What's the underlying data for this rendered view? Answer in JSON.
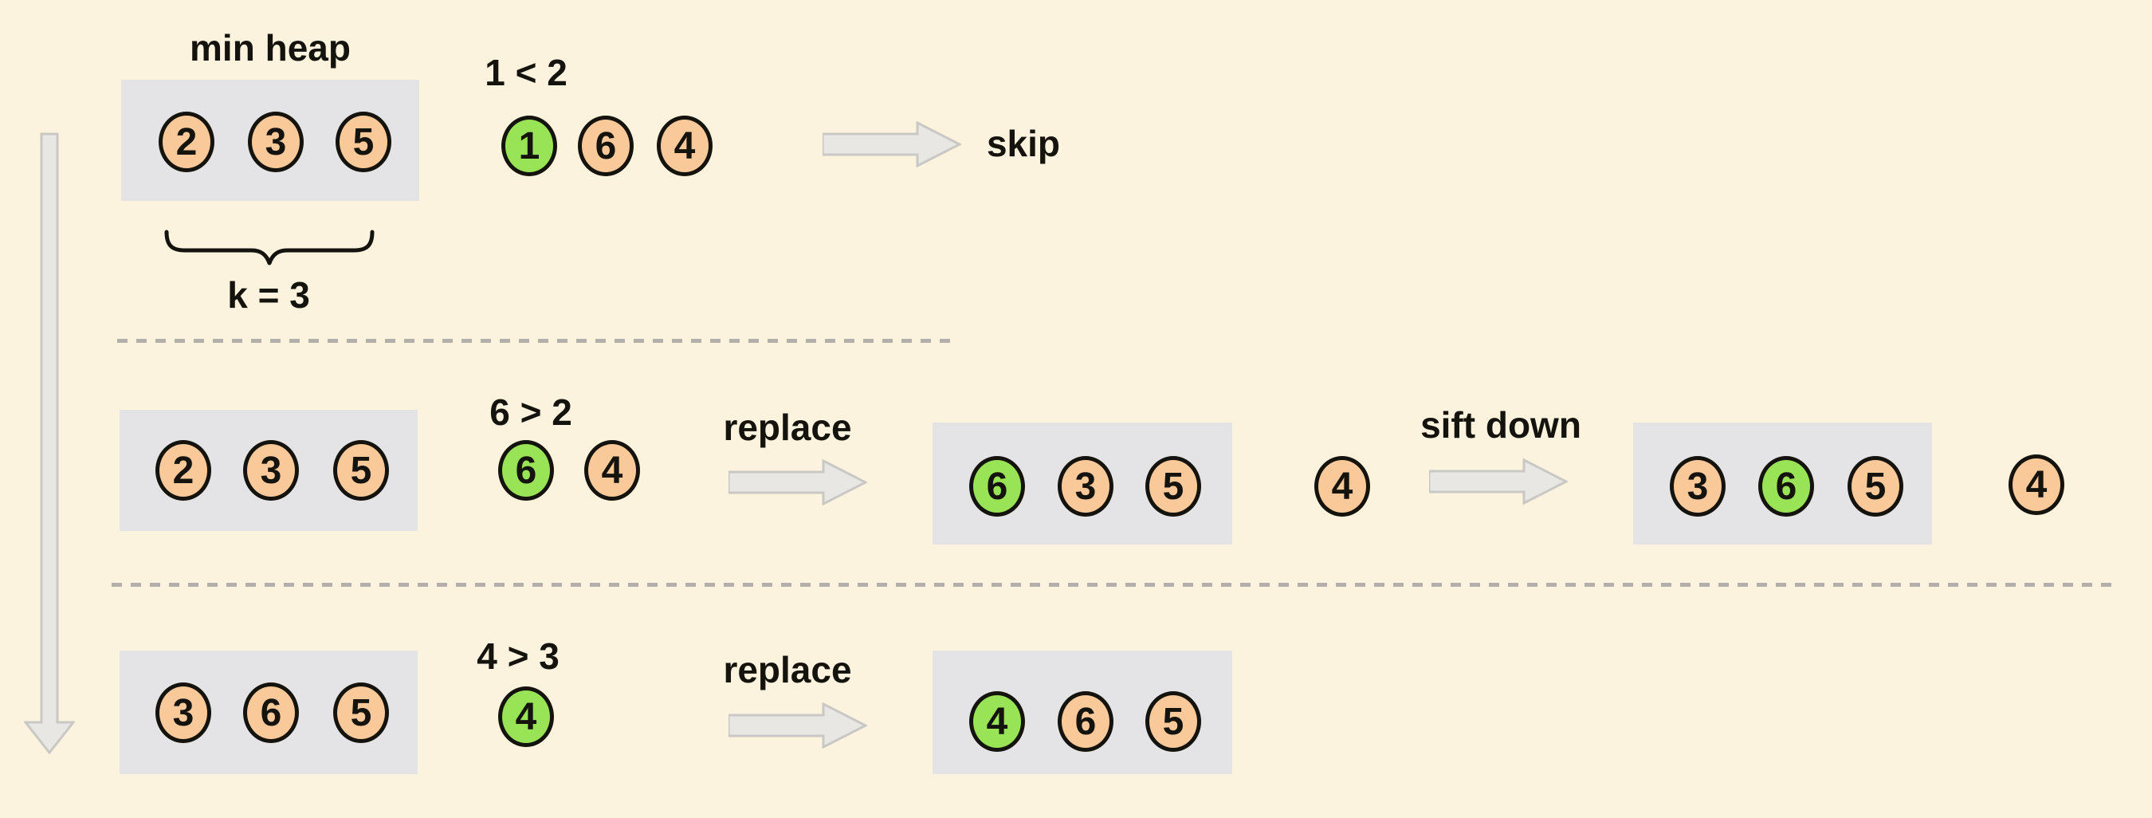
{
  "colors": {
    "background": "#fcf3de",
    "box": "#e4e4e6",
    "node_orange": "#f9c99a",
    "node_green": "#98e356",
    "node_border": "#15130e",
    "arrow_fill": "#e8e7e4",
    "arrow_stroke": "#c9c8c5",
    "dash": "#b3b0ac",
    "text": "#15130e"
  },
  "heap_setup": {
    "label": "min heap",
    "k_label": "k = 3"
  },
  "steps": [
    {
      "comparison": "1 < 2",
      "heap": [
        "2",
        "3",
        "5"
      ],
      "incoming": [
        "1",
        "6",
        "4"
      ],
      "action": "skip"
    },
    {
      "comparison": "6 > 2",
      "heap": [
        "2",
        "3",
        "5"
      ],
      "incoming": [
        "6",
        "4"
      ],
      "action": "replace",
      "after_replace": {
        "heap": [
          "6",
          "3",
          "5"
        ],
        "remaining": [
          "4"
        ]
      },
      "action2": "sift down",
      "after_sift": {
        "heap": [
          "3",
          "6",
          "5"
        ],
        "remaining": [
          "4"
        ]
      }
    },
    {
      "comparison": "4 > 3",
      "heap": [
        "3",
        "6",
        "5"
      ],
      "incoming": [
        "4"
      ],
      "action": "replace",
      "after_replace": {
        "heap": [
          "4",
          "6",
          "5"
        ]
      }
    }
  ]
}
